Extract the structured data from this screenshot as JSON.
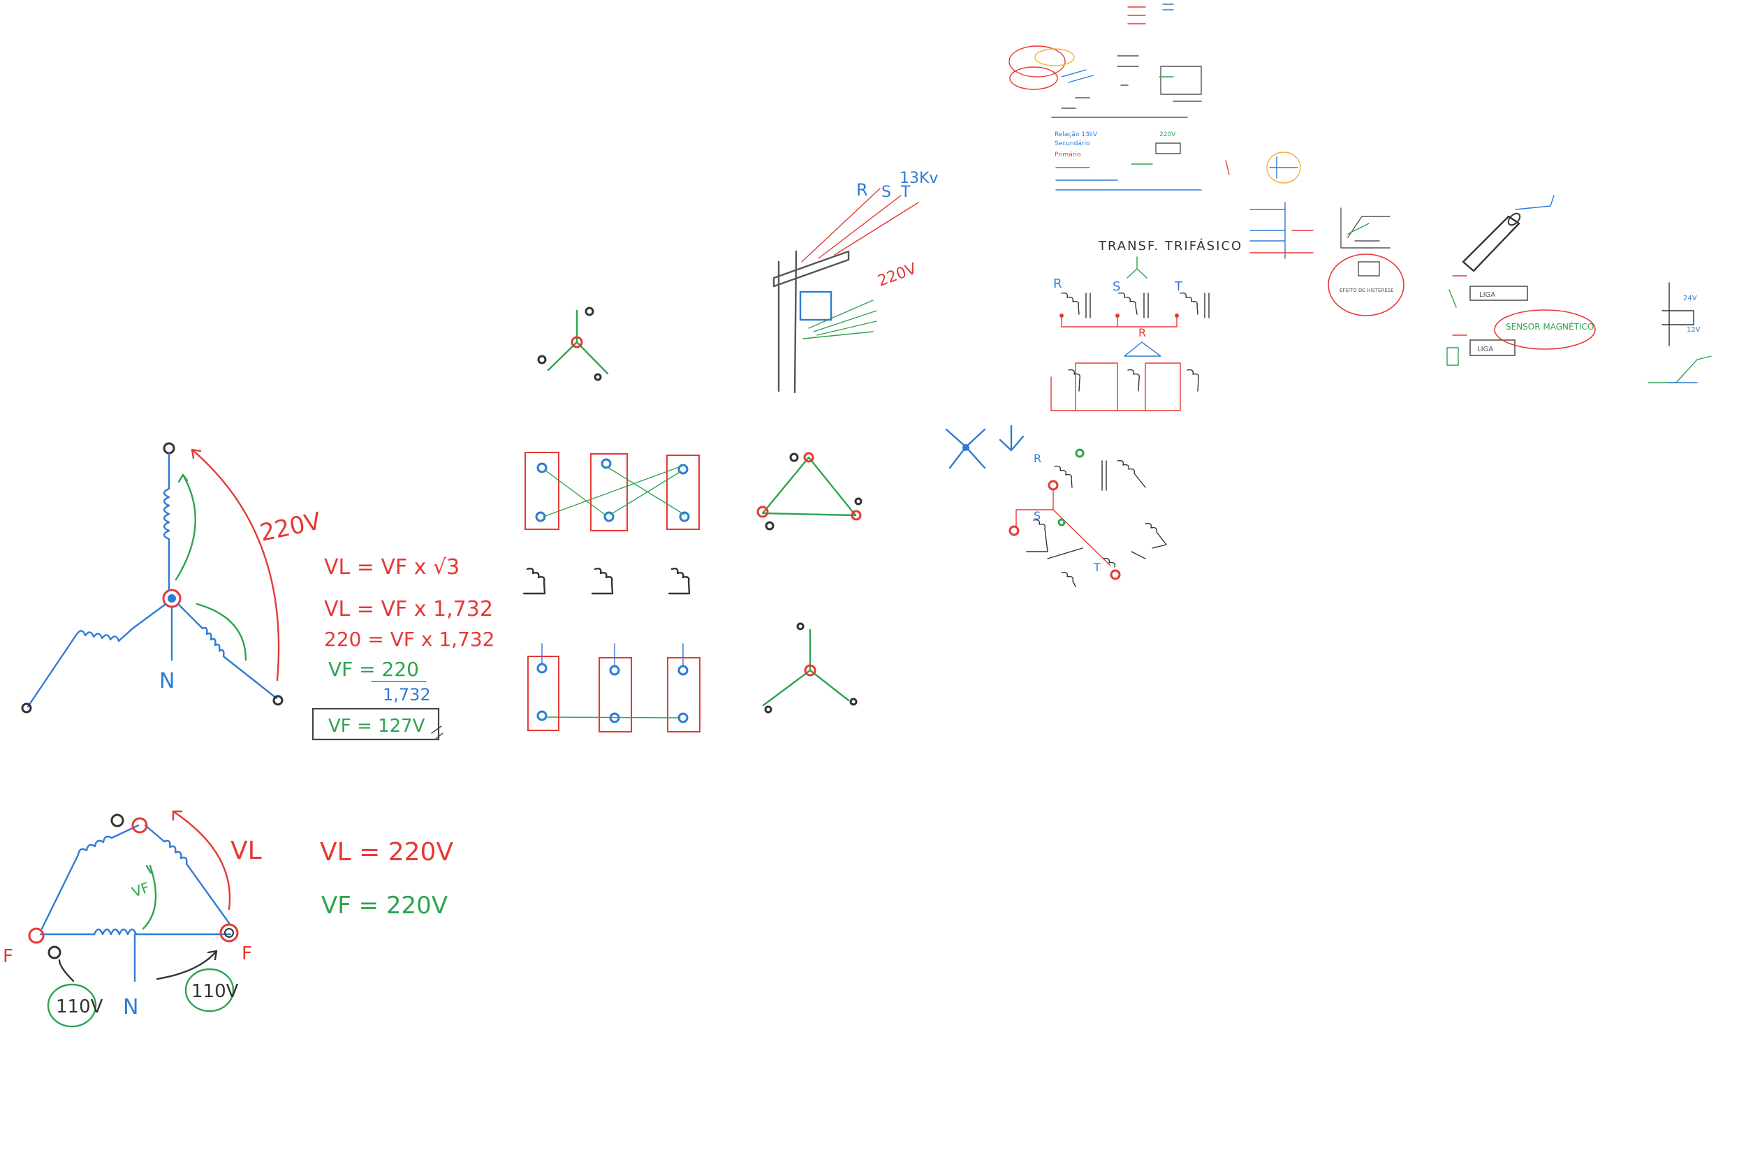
{
  "board": {
    "colors": {
      "red": "#e53935",
      "blue": "#2e7bd6",
      "green": "#2da44e",
      "black": "#333333",
      "gray": "#555555"
    },
    "star_diagram": {
      "voltage_label": "220V",
      "neutral_label": "N"
    },
    "formulas": {
      "vl_eq_1": "VL = VF x √3",
      "vl_eq_2": "VL = VF x 1,732",
      "eq_220": "220 = VF x 1,732",
      "vf_num": "VF = 220",
      "vf_den": "1,732",
      "vf_result": "VF = 127V"
    },
    "delta_diagram": {
      "vl_label": "VL",
      "vf_label": "VF",
      "left_phase": "F",
      "right_phase": "F",
      "neutral_label": "N",
      "left_voltage": "110V",
      "right_voltage": "110V",
      "vl_value": "VL = 220V",
      "vf_value": "VF = 220V"
    },
    "pole": {
      "phase_r": "R",
      "phase_s": "S",
      "phase_t": "T",
      "hv_label": "13Kv",
      "lv_label": "220V"
    },
    "three_phase": {
      "title": "TRANSF. TRIFÁSICO",
      "r": "R",
      "s": "S",
      "t": "T"
    },
    "tiny_note": {
      "lines": [
        "Relação 13kV",
        "Secundário",
        "Primário",
        "220V"
      ],
      "hysteresis": "EFEITO DE HISTERESE"
    },
    "sensor": {
      "label": "SENSOR MAGNÉTICO",
      "box1": "LIGA",
      "box2": "LIGA",
      "v24": "24V",
      "v12": "12V"
    }
  }
}
